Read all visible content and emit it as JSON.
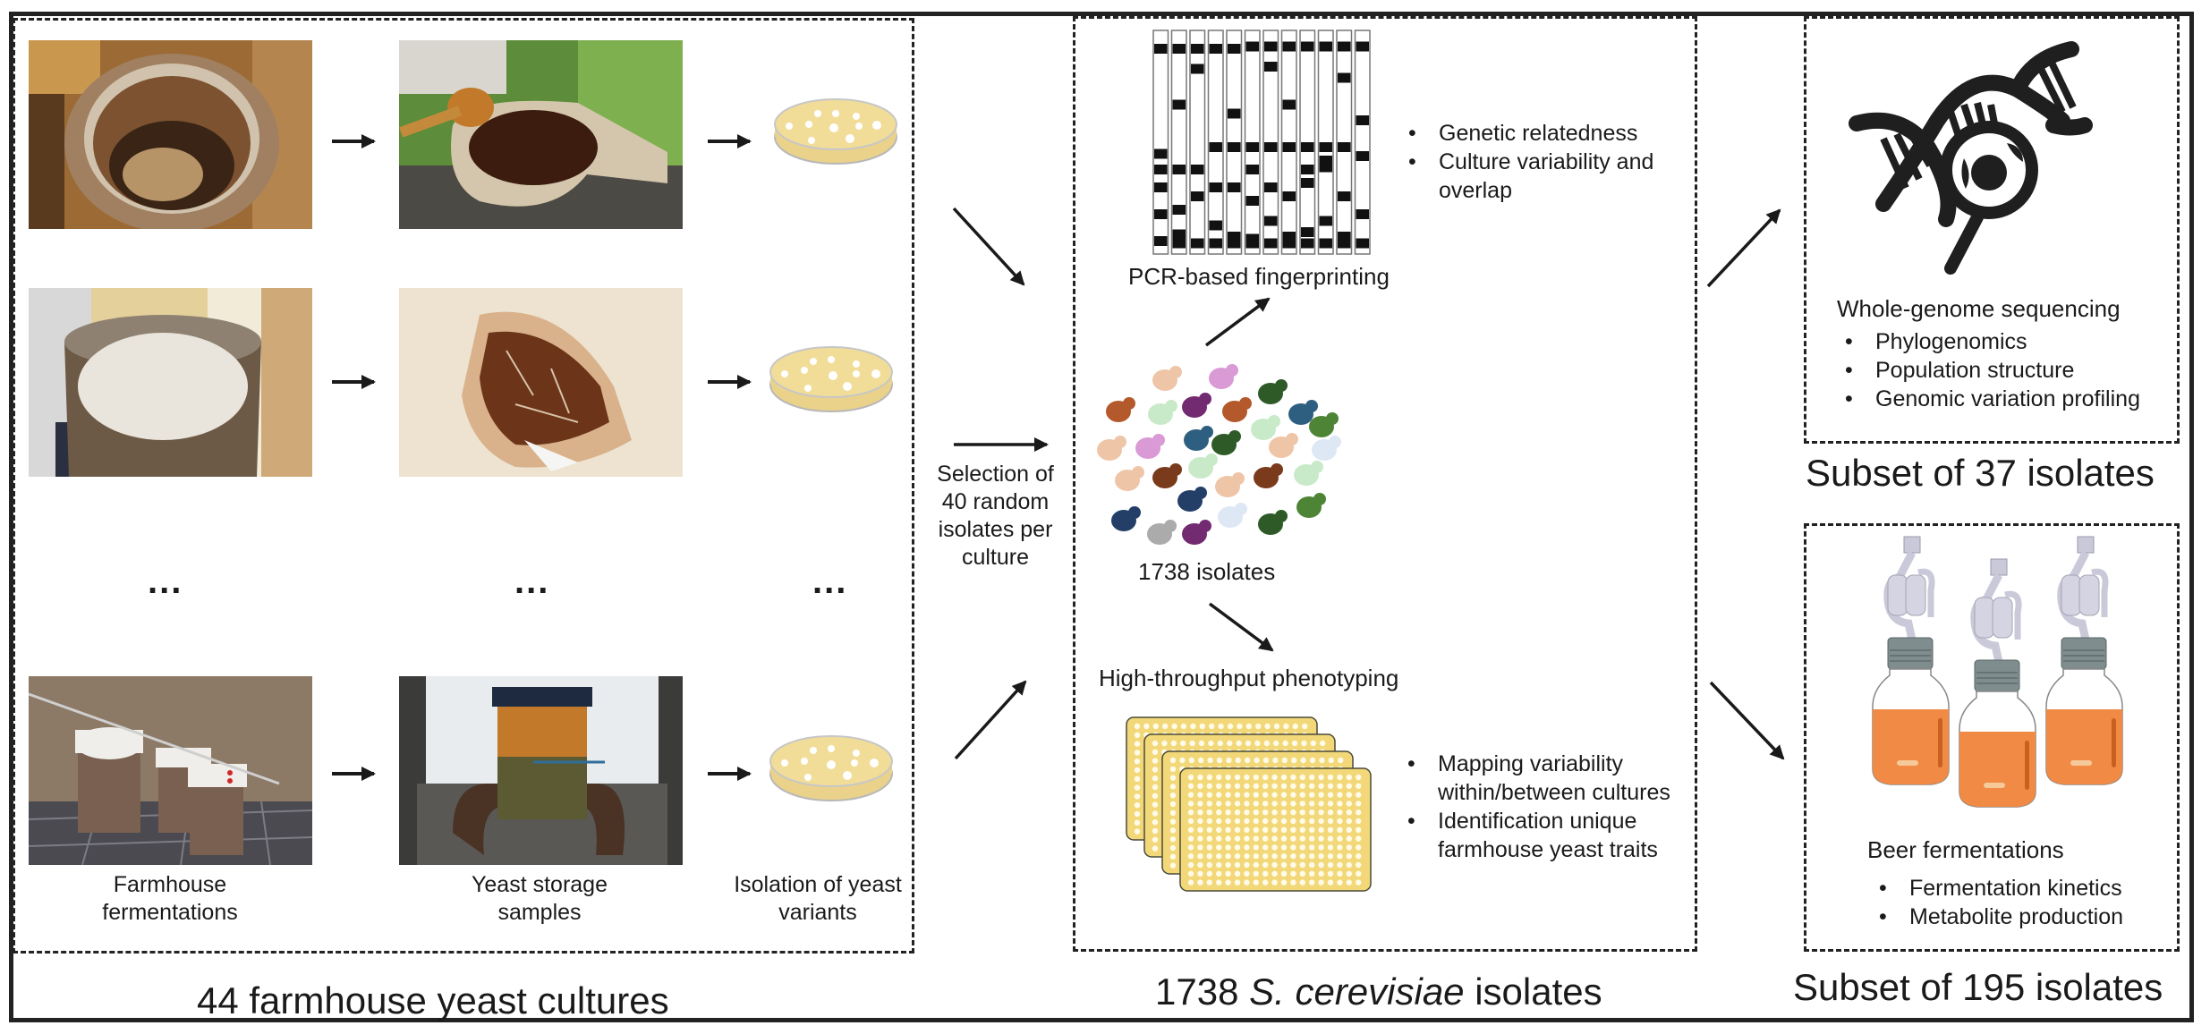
{
  "left_section": {
    "title": "44 farmhouse yeast cultures",
    "column_captions": [
      [
        "Farmhouse",
        "fermentations"
      ],
      [
        "Yeast storage",
        "samples"
      ],
      [
        "Isolation of yeast",
        "variants"
      ]
    ],
    "ellipsis": "...",
    "photos": [
      {
        "row": 1,
        "col": 1,
        "subject": "metal pot with fermenting brew"
      },
      {
        "row": 1,
        "col": 2,
        "subject": "wooden ladle bowl with dark liquid"
      },
      {
        "row": 2,
        "col": 1,
        "subject": "metal pot with foamy wort"
      },
      {
        "row": 2,
        "col": 2,
        "subject": "dried yeast cloth"
      },
      {
        "row": 3,
        "col": 1,
        "subject": "fermentation buckets on tiled floor"
      },
      {
        "row": 3,
        "col": 2,
        "subject": "glass jar of yeast on horseshoe"
      }
    ],
    "petri_dish_icon": "petri-dish-icon"
  },
  "transition": {
    "selection_text": [
      "Selection of",
      "40 random",
      "isolates per",
      "culture"
    ]
  },
  "middle_section": {
    "title_prefix": "1738 ",
    "title_italic": "S. cerevisiae",
    "title_suffix": " isolates",
    "fingerprint_label": "PCR-based fingerprinting",
    "fingerprint_bullets": [
      "Genetic relatedness",
      "Culture variability and",
      "overlap"
    ],
    "isolates_label": "1738 isolates",
    "phenotyping_label": "High-throughput phenotyping",
    "phenotyping_bullets": [
      [
        "Mapping variability",
        "within/between cultures"
      ],
      [
        "Identification unique",
        "farmhouse yeast traits"
      ]
    ],
    "gel_lanes": 12,
    "yeast_colors": {
      "peach": "#EFC5A8",
      "pink": "#D99AD6",
      "dark_green": "#2E5A28",
      "orange": "#B4592C",
      "light_green": "#C9EAC9",
      "purple": "#722A70",
      "blue": "#2E5F80",
      "green": "#4E8435",
      "pale_blue": "#DDE8F4",
      "brown": "#7A3A1C",
      "navy": "#233F68",
      "gray": "#ABABAB"
    },
    "plate_color": "#F2D878"
  },
  "right_top_section": {
    "method": "Whole-genome sequencing",
    "bullets": [
      "Phylogenomics",
      "Population structure",
      "Genomic variation profiling"
    ],
    "title": "Subset of 37 isolates",
    "icon": "dna-magnifier-icon"
  },
  "right_bottom_section": {
    "method": "Beer fermentations",
    "bullets": [
      "Fermentation kinetics",
      "Metabolite production"
    ],
    "title": "Subset of 195 isolates",
    "icon": "fermentation-bottles-icon",
    "liquid_color": "#F08A44"
  },
  "bullet_glyph": "•"
}
